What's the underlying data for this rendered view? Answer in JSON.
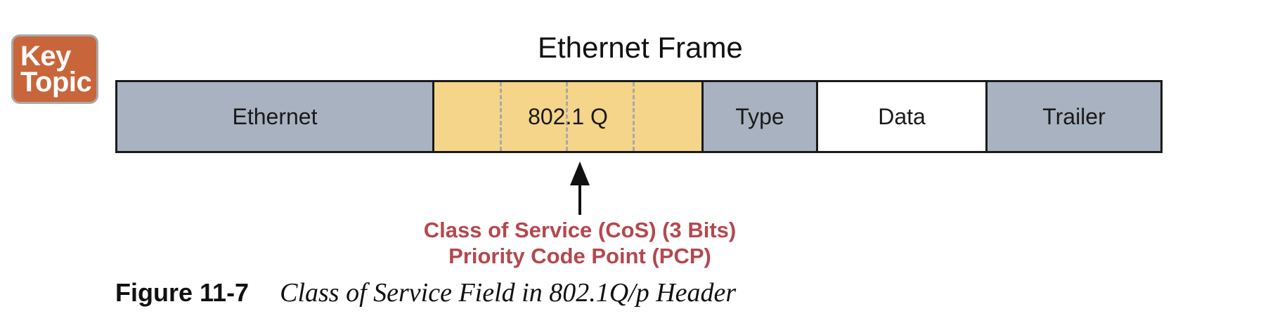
{
  "badge": {
    "line1": "Key",
    "line2": "Topic"
  },
  "diagram": {
    "title": "Ethernet Frame",
    "fields": {
      "ethernet": "Ethernet",
      "dot1q": "802.1 Q",
      "type": "Type",
      "data": "Data",
      "trailer": "Trailer"
    },
    "annotation": {
      "line1": "Class of Service (CoS) (3 Bits)",
      "line2": "Priority Code Point (PCP)"
    }
  },
  "caption": {
    "number": "Figure 11-7",
    "text": "Class of Service Field in 802.1Q/p Header"
  },
  "colors": {
    "badge": "#c9653a",
    "header_field": "#a9b2c0",
    "dot1q_field": "#f5d58a",
    "annotation": "#b5474e"
  }
}
